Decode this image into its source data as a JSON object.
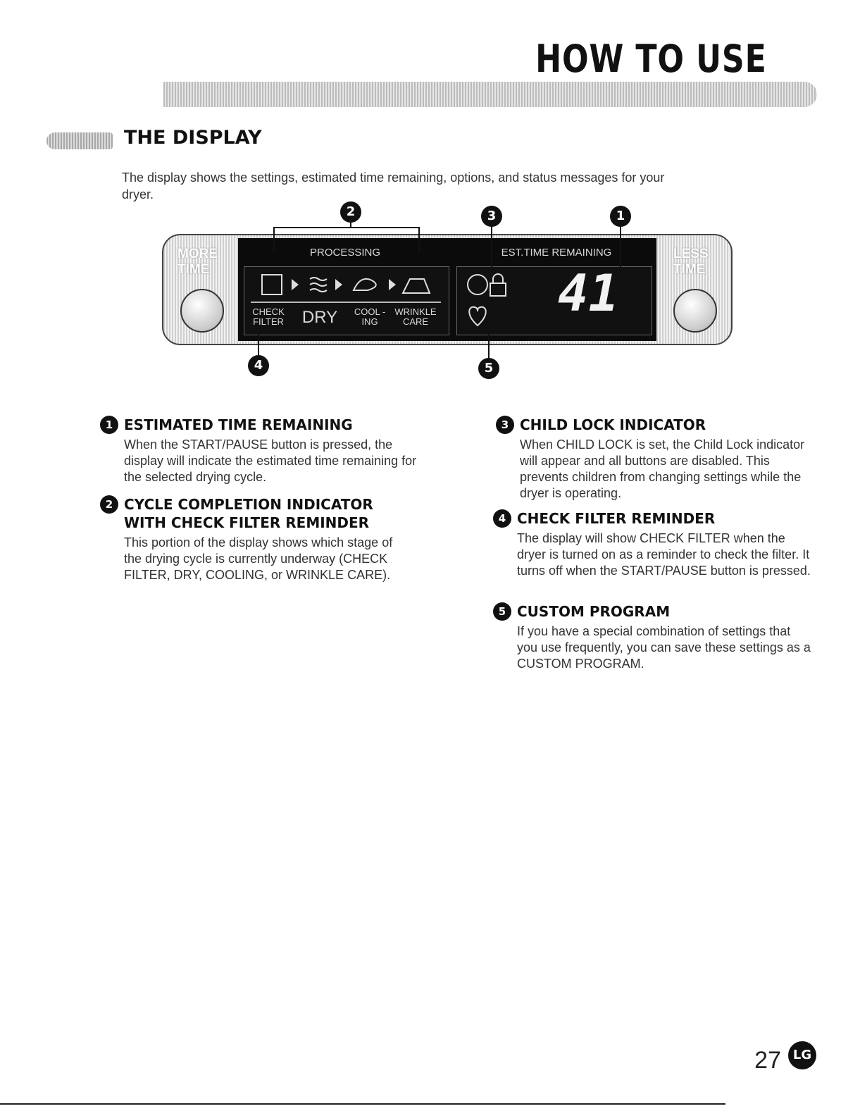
{
  "header": {
    "title": "HOW TO USE"
  },
  "section": {
    "title": "THE DISPLAY"
  },
  "intro": "The display shows the settings, estimated time remaining, options, and status messages for your dryer.",
  "panel": {
    "more_time": "MORE TIME",
    "less_time": "LESS TIME",
    "processing": "PROCESSING",
    "est_time": "EST.TIME REMAINING",
    "check_filter": "CHECK FILTER",
    "dry": "DRY",
    "cooling": "COOL -ING",
    "wrinkle_care": "WRINKLE CARE",
    "digits": "41",
    "callouts": [
      "2",
      "3",
      "1",
      "4",
      "5"
    ]
  },
  "items": {
    "left": [
      {
        "num": "1",
        "title": "ESTIMATED TIME REMAINING",
        "body": "When the START/PAUSE button is pressed, the display will indicate the estimated time remaining for the selected drying cycle."
      },
      {
        "num": "2",
        "title": "CYCLE COMPLETION INDICATOR WITH CHECK FILTER REMINDER",
        "body": "This portion of the display shows which stage of the drying cycle is currently underway (CHECK FILTER, DRY, COOLING, or WRINKLE CARE)."
      }
    ],
    "right": [
      {
        "num": "3",
        "title": "CHILD LOCK INDICATOR",
        "body": "When CHILD LOCK is set, the Child Lock indicator will appear and all buttons are disabled. This prevents children from changing settings while the dryer is operating."
      },
      {
        "num": "4",
        "title": "CHECK FILTER REMINDER",
        "body": "The display will show CHECK FILTER when the dryer is turned on as a reminder to check the filter. It turns off when the START/PAUSE button is pressed."
      },
      {
        "num": "5",
        "title": "CUSTOM PROGRAM",
        "body": "If you have a special combination of settings that you use frequently, you can save these settings as a CUSTOM PROGRAM."
      }
    ]
  },
  "footer": {
    "page": "27",
    "logo": "LG"
  }
}
